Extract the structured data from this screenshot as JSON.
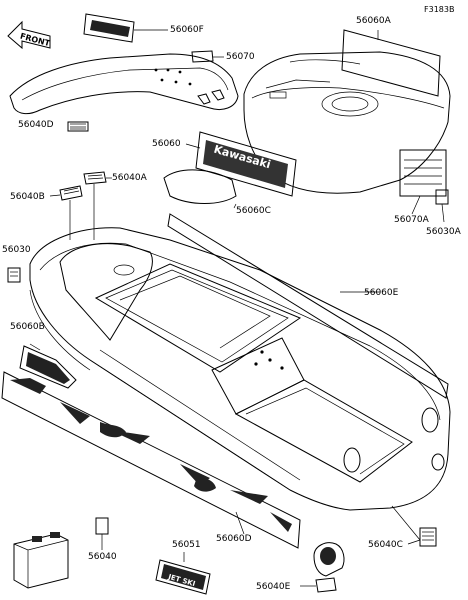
{
  "figure_code": "F3183B",
  "front_arrow_text": "FRONT",
  "decal_text_kawasaki": "Kawasaki",
  "decal_text_jetski": "JET SKI",
  "labels": {
    "p56060F": "56060F",
    "p56060A": "56060A",
    "p56070": "56070",
    "p56040D": "56040D",
    "p56060": "56060",
    "p56040B": "56040B",
    "p56040A": "56040A",
    "p56060C": "56060C",
    "p56070A": "56070A",
    "p56030A": "56030A",
    "p56030": "56030",
    "p56060E": "56060E",
    "p56060B": "56060B",
    "p56040": "56040",
    "p56051": "56051",
    "p56060D": "56060D",
    "p56040C": "56040C",
    "p56040E": "56040E"
  }
}
